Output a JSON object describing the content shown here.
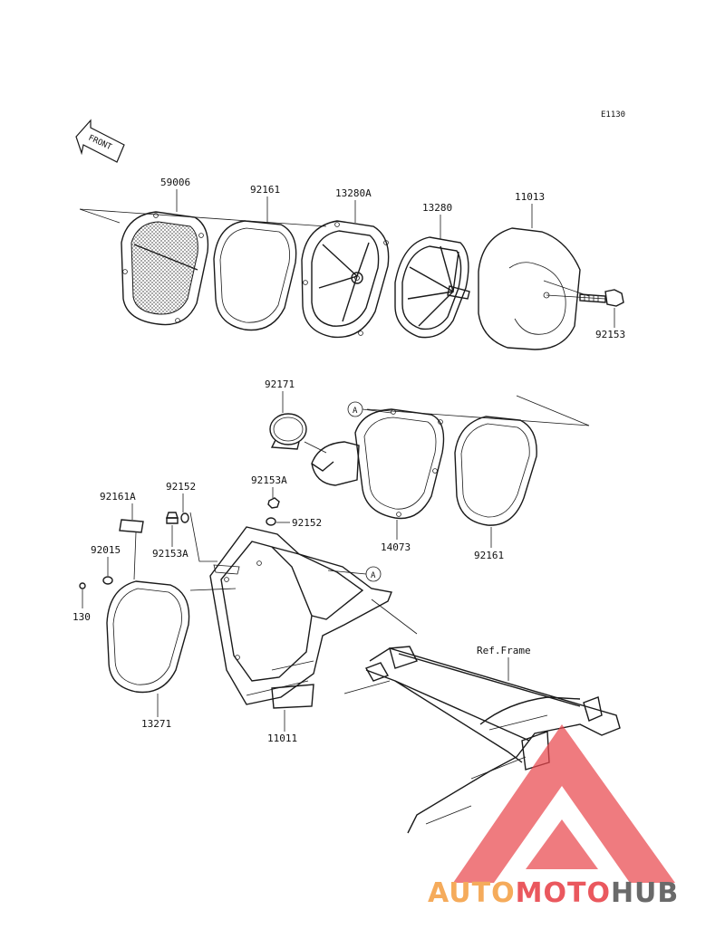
{
  "diagram": {
    "code": "E1130",
    "front_label": "FRONT",
    "ref_label": "A",
    "ref_frame_label": "Ref.Frame",
    "parts": {
      "p59006": "59006",
      "p92161_top": "92161",
      "p13280A": "13280A",
      "p13280": "13280",
      "p11013": "11013",
      "p92153": "92153",
      "p92171": "92171",
      "p14073": "14073",
      "p92161_mid": "92161",
      "p92161A": "92161A",
      "p92152_left": "92152",
      "p92153A_top": "92153A",
      "p92152_right": "92152",
      "p92153A_left": "92153A",
      "p92015": "92015",
      "p130": "130",
      "p13271": "13271",
      "p11011": "11011"
    }
  },
  "watermark": {
    "text_part1": "AUTO",
    "text_part2": "MOTO",
    "text_part3": "HUB",
    "color_orange": "#f4a24a",
    "color_red": "#e8474d",
    "color_gray": "#5a5a5a"
  }
}
